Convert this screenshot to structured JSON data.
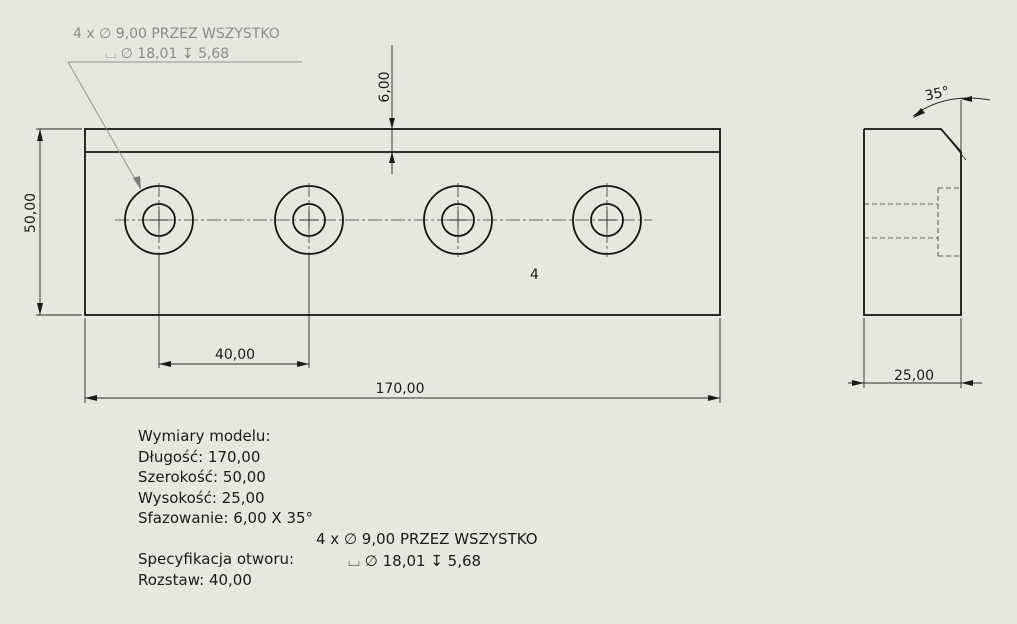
{
  "callout": {
    "line1": "4 x ∅ 9,00 PRZEZ WSZYSTKO",
    "line2": "⌴ ∅ 18,01 ↧ 5,68"
  },
  "dimensions": {
    "chamfer_depth": "6,00",
    "height": "50,00",
    "pitch": "40,00",
    "length": "170,00",
    "thickness": "25,00",
    "angle": "35°"
  },
  "view_label": "4",
  "notes": {
    "title": "Wymiary modelu:",
    "length": "Długość:  170,00",
    "width": "Szerokość:  50,00",
    "height": "Wysokość:  25,00",
    "chamfer": "Sfazowanie:  6,00 X 35°",
    "hole_spec_label": "Specyfikacja otworu:",
    "hole_spec_line1": "4 x ∅ 9,00 PRZEZ WSZYSTKO",
    "hole_spec_line2": "⌴ ∅ 18,01 ↧ 5,68",
    "spacing": "Rozstaw:  40,00"
  }
}
